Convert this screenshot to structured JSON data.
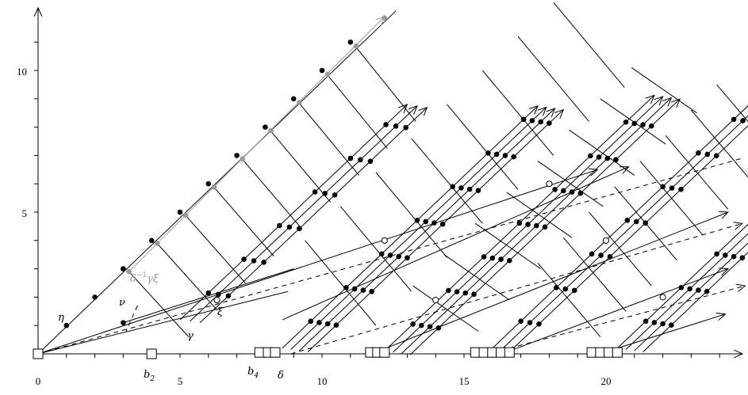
{
  "axes": {
    "x_ticks": [
      "0",
      "5",
      "10",
      "15",
      "20"
    ],
    "y_ticks": [
      "5",
      "10"
    ]
  },
  "labels": {
    "eta": "η",
    "nu": "ν",
    "gamma": "γ",
    "xi": "ξ",
    "delta": "δ",
    "b2": "b",
    "b2_sub": "2",
    "b4": "b",
    "b4_sub": "4",
    "conj_delta": "δ",
    "conj_exp": "−1",
    "conj_rest": "γξ"
  }
}
